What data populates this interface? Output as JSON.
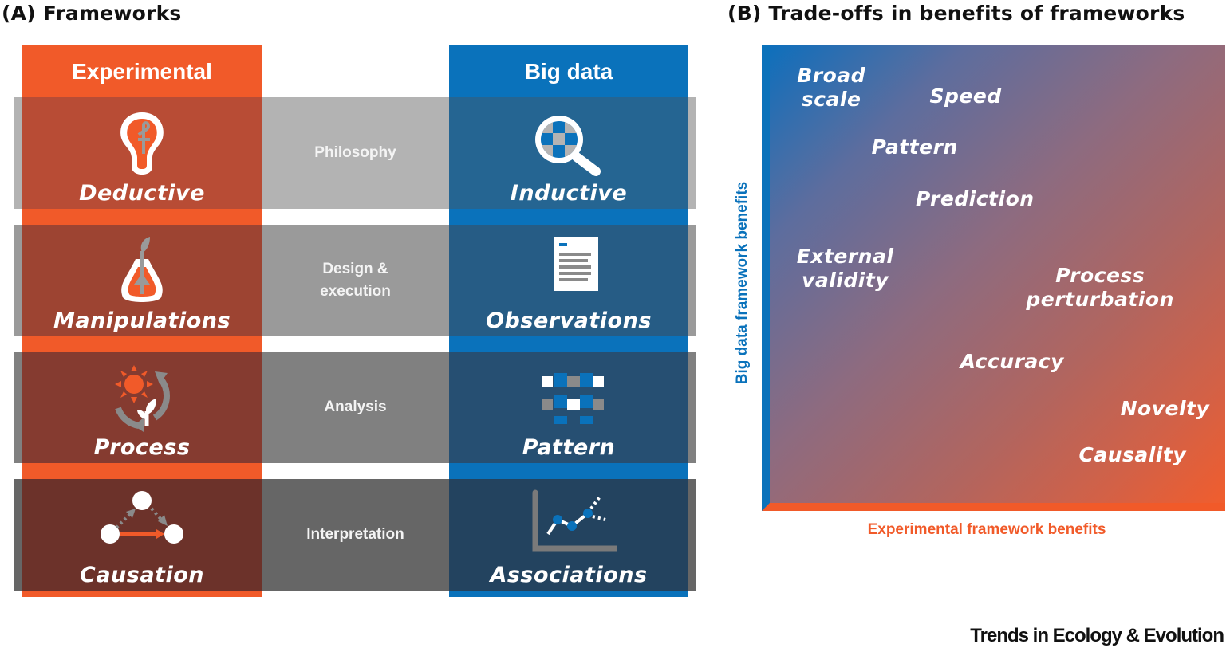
{
  "panel_a": {
    "title": "(A) Frameworks",
    "columns": {
      "experimental": {
        "header": "Experimental",
        "color": "#f15a29"
      },
      "big_data": {
        "header": "Big data",
        "color": "#0a72bb"
      }
    },
    "rows": [
      {
        "aspect": "Philosophy",
        "band_color": "#b3b3b3",
        "experimental": {
          "label": "Deductive",
          "icon": "lightbulb-icon",
          "overlay": "#b84c35"
        },
        "big_data": {
          "label": "Inductive",
          "icon": "magnifier-icon",
          "overlay": "#256592"
        }
      },
      {
        "aspect": "Design & execution",
        "band_color": "#9a9a9a",
        "experimental": {
          "label": "Manipulations",
          "icon": "flask-plant-icon",
          "overlay": "#9d4432"
        },
        "big_data": {
          "label": "Observations",
          "icon": "document-icon",
          "overlay": "#265c85"
        }
      },
      {
        "aspect": "Analysis",
        "band_color": "#808080",
        "experimental": {
          "label": "Process",
          "icon": "sun-cycle-icon",
          "overlay": "#853b30"
        },
        "big_data": {
          "label": "Pattern",
          "icon": "pattern-grid-icon",
          "overlay": "#264f72"
        }
      },
      {
        "aspect": "Interpretation",
        "band_color": "#666666",
        "experimental": {
          "label": "Causation",
          "icon": "causal-graph-icon",
          "overlay": "#6c322a"
        },
        "big_data": {
          "label": "Associations",
          "icon": "line-chart-icon",
          "overlay": "#23435f"
        }
      }
    ]
  },
  "panel_b": {
    "title": "(B) Trade-offs in benefits of frameworks",
    "y_axis_label": "Big data framework benefits",
    "x_axis_label": "Experimental framework benefits",
    "benefits": [
      {
        "label": "Broad scale",
        "lines": [
          "Broad",
          "scale"
        ],
        "experimental": 0.15,
        "big_data": 0.91
      },
      {
        "label": "Speed",
        "lines": [
          "Speed"
        ],
        "experimental": 0.44,
        "big_data": 0.89
      },
      {
        "label": "Pattern",
        "lines": [
          "Pattern"
        ],
        "experimental": 0.33,
        "big_data": 0.78
      },
      {
        "label": "Prediction",
        "lines": [
          "Prediction"
        ],
        "experimental": 0.46,
        "big_data": 0.67
      },
      {
        "label": "External validity",
        "lines": [
          "External",
          "validity"
        ],
        "experimental": 0.18,
        "big_data": 0.52
      },
      {
        "label": "Process perturbation",
        "lines": [
          "Process",
          "perturbation"
        ],
        "experimental": 0.73,
        "big_data": 0.48
      },
      {
        "label": "Accuracy",
        "lines": [
          "Accuracy"
        ],
        "experimental": 0.54,
        "big_data": 0.32
      },
      {
        "label": "Novelty",
        "lines": [
          "Novelty"
        ],
        "experimental": 0.87,
        "big_data": 0.22
      },
      {
        "label": "Causality",
        "lines": [
          "Causality"
        ],
        "experimental": 0.8,
        "big_data": 0.12
      }
    ]
  },
  "footer": {
    "journal": "Trends in Ecology & Evolution"
  }
}
